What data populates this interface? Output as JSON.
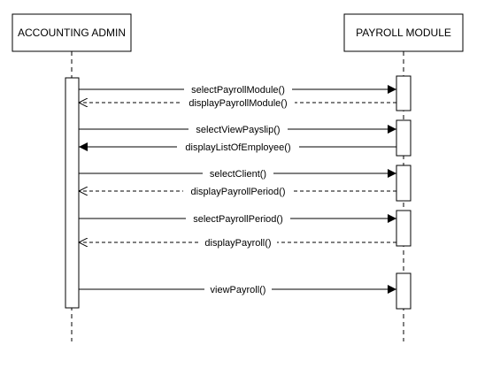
{
  "diagram": {
    "participants": {
      "left": "ACCOUNTING ADMIN",
      "right": "PAYROLL MODULE"
    },
    "messages": [
      {
        "label": "selectPayrollModule()",
        "direction": "right",
        "style": "solid"
      },
      {
        "label": "displayPayrollModule()",
        "direction": "left",
        "style": "dashed"
      },
      {
        "label": "selectViewPayslip()",
        "direction": "right",
        "style": "solid"
      },
      {
        "label": "displayListOfEmployee()",
        "direction": "left",
        "style": "solid"
      },
      {
        "label": "selectClient()",
        "direction": "right",
        "style": "solid"
      },
      {
        "label": "displayPayrollPeriod()",
        "direction": "left",
        "style": "dashed"
      },
      {
        "label": "selectPayrollPeriod()",
        "direction": "right",
        "style": "solid"
      },
      {
        "label": "displayPayroll()",
        "direction": "left",
        "style": "dashed"
      },
      {
        "label": "viewPayroll()",
        "direction": "right",
        "style": "solid"
      }
    ]
  }
}
